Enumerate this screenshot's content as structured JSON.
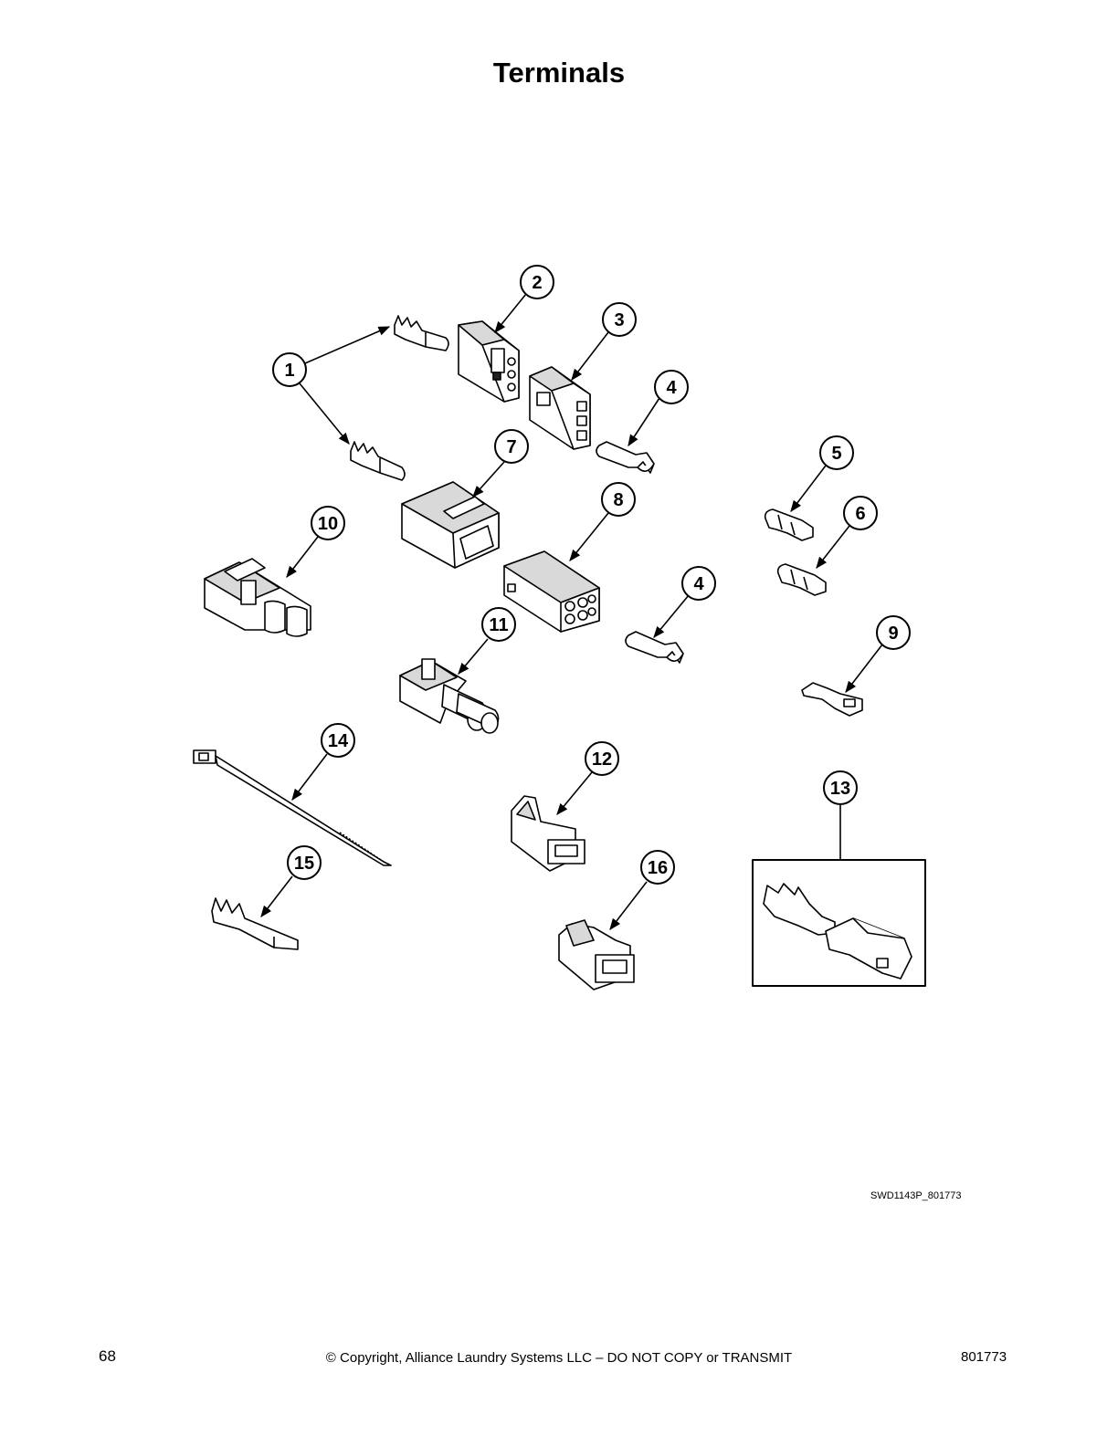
{
  "page": {
    "title": "Terminals",
    "drawing_id": "SWD1143P_801773",
    "page_number": "68",
    "copyright": "© Copyright, Alliance Laundry Systems LLC – DO NOT COPY or TRANSMIT",
    "document_number": "801773"
  },
  "callouts": [
    {
      "id": "c1",
      "label": "1"
    },
    {
      "id": "c2",
      "label": "2"
    },
    {
      "id": "c3",
      "label": "3"
    },
    {
      "id": "c4a",
      "label": "4"
    },
    {
      "id": "c4b",
      "label": "4"
    },
    {
      "id": "c5",
      "label": "5"
    },
    {
      "id": "c6",
      "label": "6"
    },
    {
      "id": "c7",
      "label": "7"
    },
    {
      "id": "c8",
      "label": "8"
    },
    {
      "id": "c9",
      "label": "9"
    },
    {
      "id": "c10",
      "label": "10"
    },
    {
      "id": "c11",
      "label": "11"
    },
    {
      "id": "c12",
      "label": "12"
    },
    {
      "id": "c13",
      "label": "13"
    },
    {
      "id": "c14",
      "label": "14"
    },
    {
      "id": "c15",
      "label": "15"
    },
    {
      "id": "c16",
      "label": "16"
    }
  ]
}
